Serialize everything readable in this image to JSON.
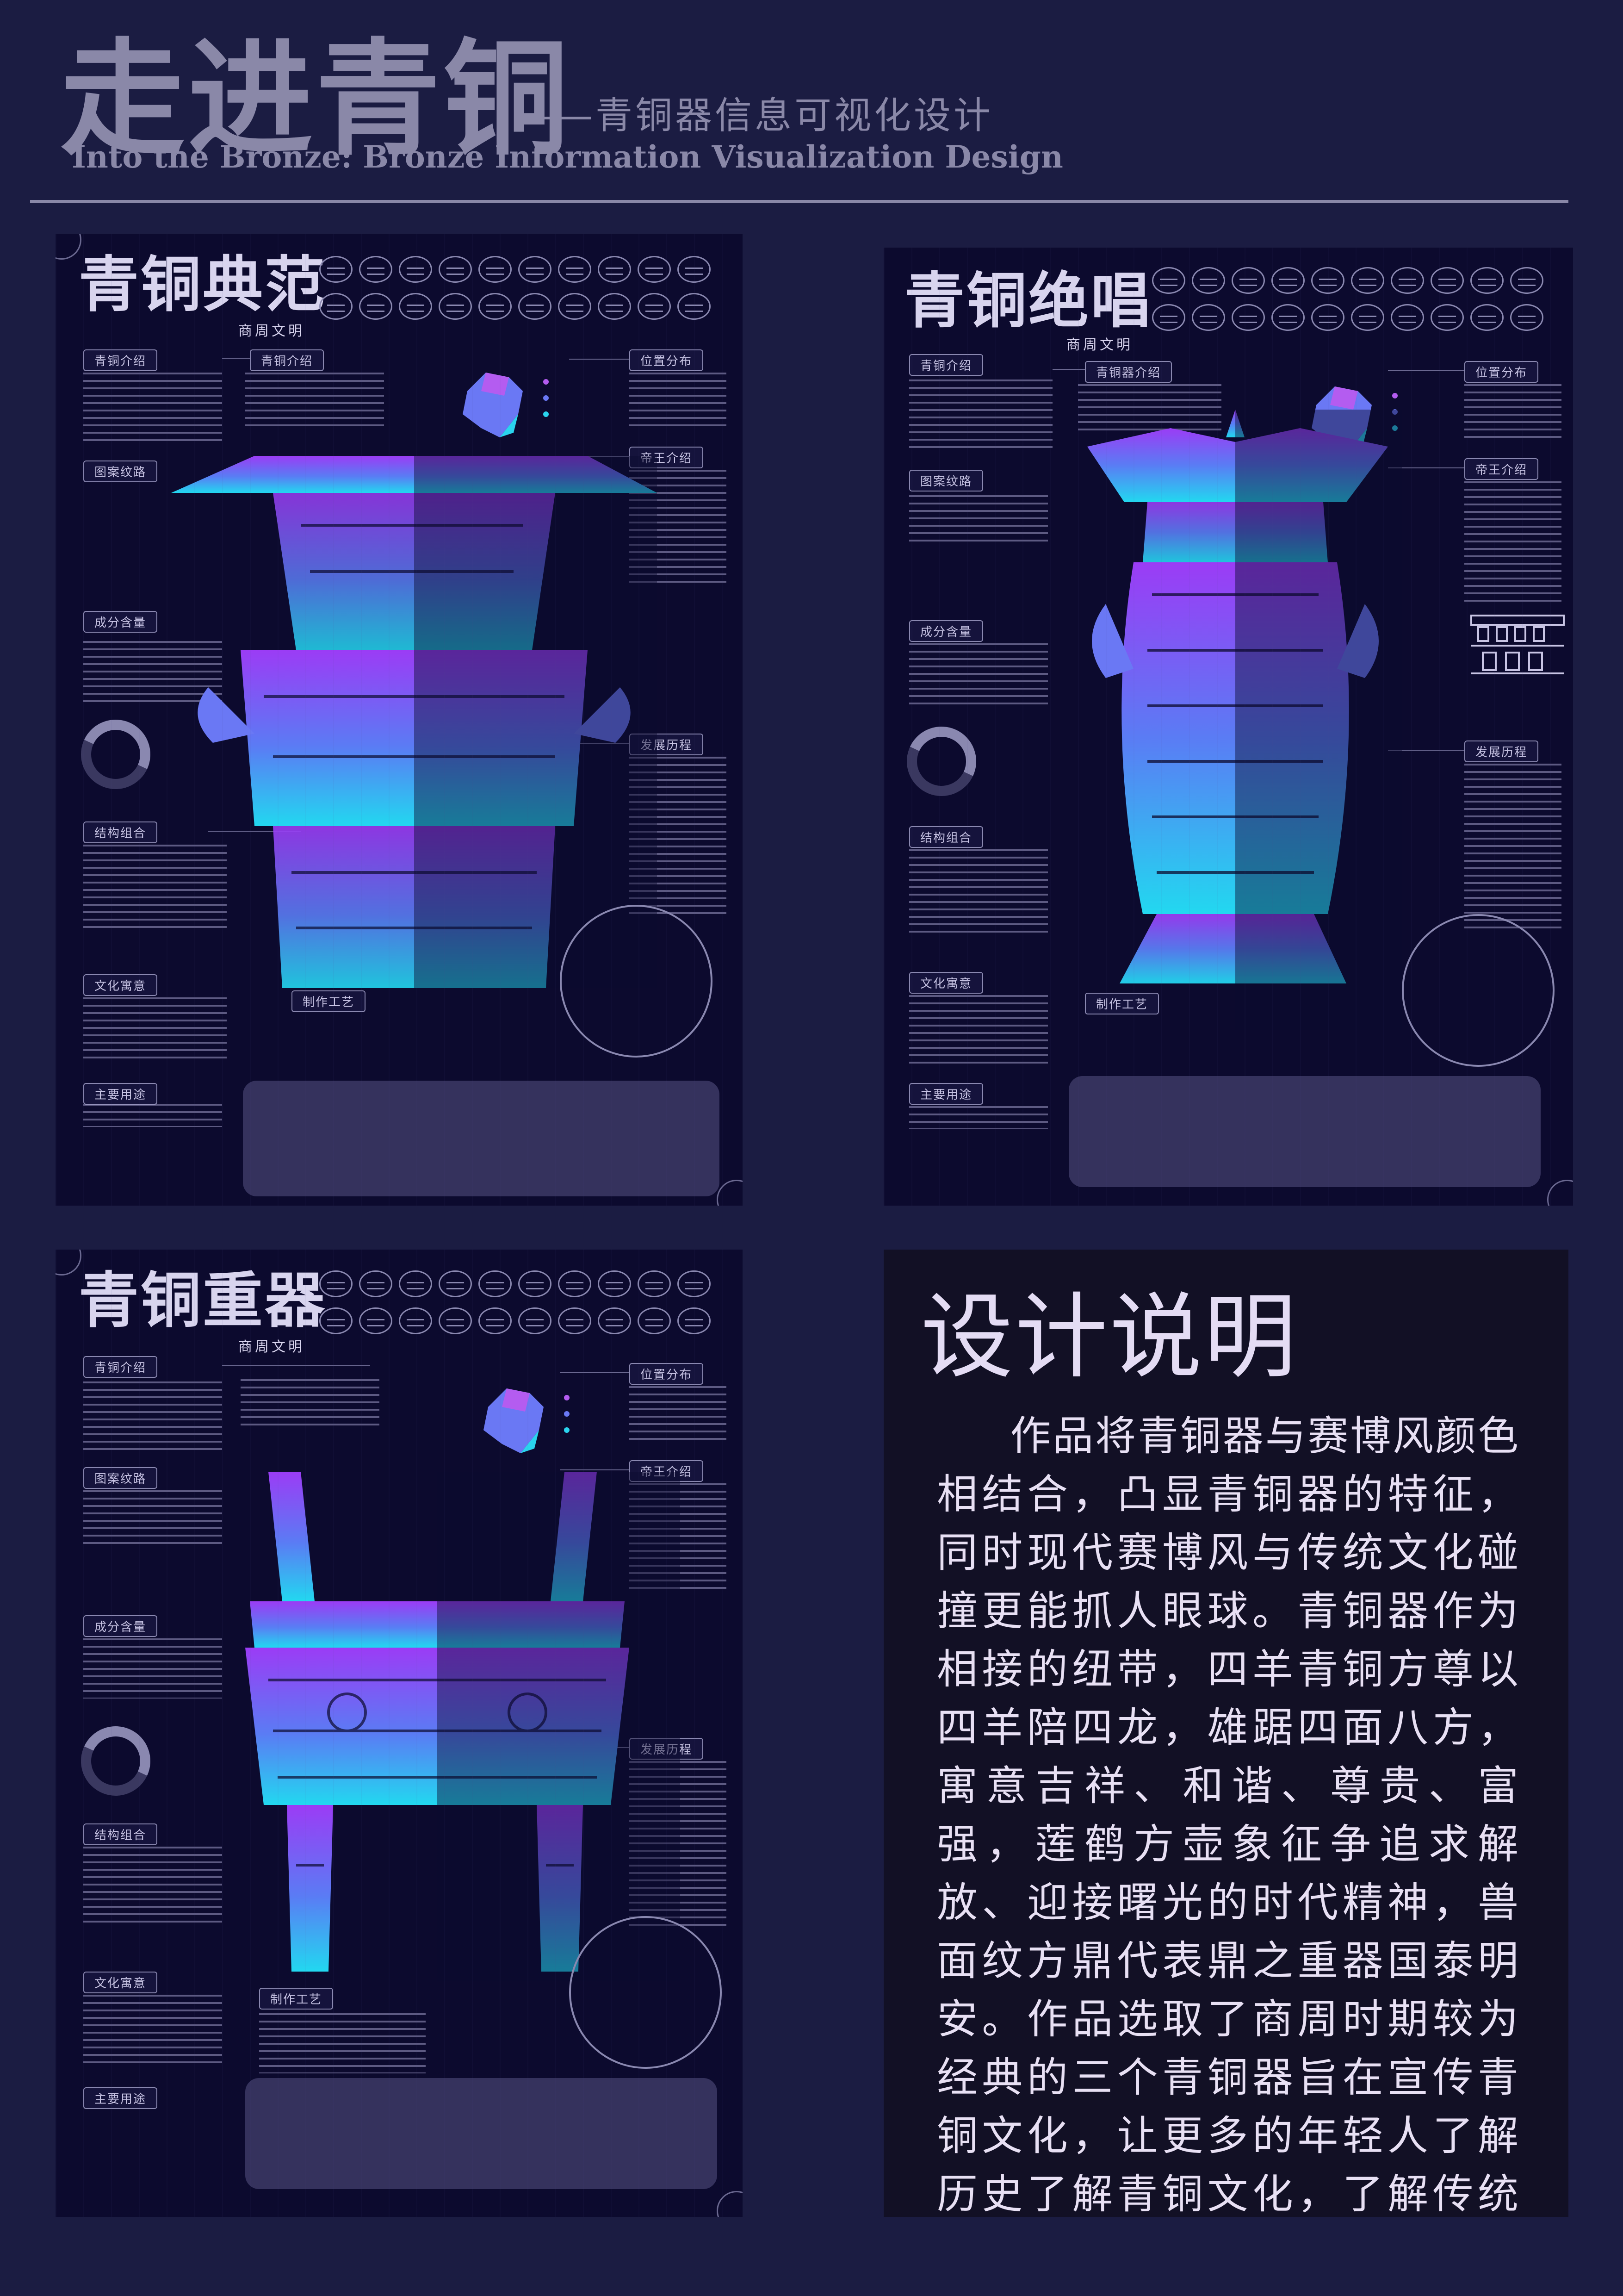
{
  "header": {
    "title": "走进青铜",
    "subtitle": "——青铜器信息可视化设计",
    "english_title": "Into the Bronze: Bronze Information Visualization Design"
  },
  "posters": [
    {
      "title": "青铜典范",
      "subtitle": "商周文明",
      "tags": [
        "青铜介绍",
        "青铜介绍",
        "位置分布",
        "帝王介绍",
        "图案纹路",
        "成分含量",
        "发展历程",
        "结构组合",
        "文化寓意",
        "制作工艺",
        "主要用途"
      ]
    },
    {
      "title": "青铜绝唱",
      "subtitle": "商周文明",
      "tags": [
        "青铜介绍",
        "青铜器介绍",
        "位置分布",
        "帝王介绍",
        "图案纹路",
        "成分含量",
        "发展历程",
        "结构组合",
        "文化寓意",
        "制作工艺",
        "主要用途"
      ]
    },
    {
      "title": "青铜重器",
      "subtitle": "商周文明",
      "tags": [
        "青铜介绍",
        "位置分布",
        "帝王介绍",
        "图案纹路",
        "成分含量",
        "发展历程",
        "结构组合",
        "文化寓意",
        "制作工艺",
        "主要用途"
      ]
    }
  ],
  "design_note": {
    "title": "设计说明",
    "body": "作品将青铜器与赛博风颜色相结合，凸显青铜器的特征，同时现代赛博风与传统文化碰撞更能抓人眼球。青铜器作为相接的纽带，四羊青铜方尊以四羊陪四龙，雄踞四面八方，寓意吉祥、和谐、尊贵、富强，莲鹤方壶象征争追求解放、迎接曙光的时代精神，兽面纹方鼎代表鼎之重器国泰明安。作品选取了商周时期较为经典的三个青铜器旨在宣传青铜文化，让更多的年轻人了解历史了解青铜文化，了解传统文化"
  },
  "colors": {
    "page_background": "#1b1c42",
    "poster_background": "#0c0a2e",
    "header_text": "#8a88a8",
    "gradient_top": "#9b3cf5",
    "gradient_bottom": "#22d8f0",
    "design_panel": "#121025"
  }
}
